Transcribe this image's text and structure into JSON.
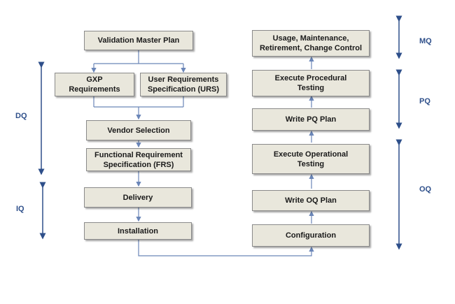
{
  "diagram": {
    "boxes": {
      "vmp": "Validation Master Plan",
      "gxp": "GXP\nRequirements",
      "urs": "User Requirements\nSpecification (URS)",
      "vendor": "Vendor Selection",
      "frs": "Functional Requirement\nSpecification (FRS)",
      "delivery": "Delivery",
      "installation": "Installation",
      "configuration": "Configuration",
      "write_oq": "Write OQ Plan",
      "exec_oq": "Execute Operational\nTesting",
      "write_pq": "Write PQ Plan",
      "exec_pq": "Execute Procedural\nTesting",
      "usage": "Usage, Maintenance,\nRetirement, Change Control"
    },
    "phases": {
      "dq": "DQ",
      "iq": "IQ",
      "oq": "OQ",
      "pq": "PQ",
      "mq": "MQ"
    },
    "colors": {
      "box_fill": "#e9e7dc",
      "line": "#6b86b8",
      "phase_arrow": "#2e4f8a"
    }
  }
}
